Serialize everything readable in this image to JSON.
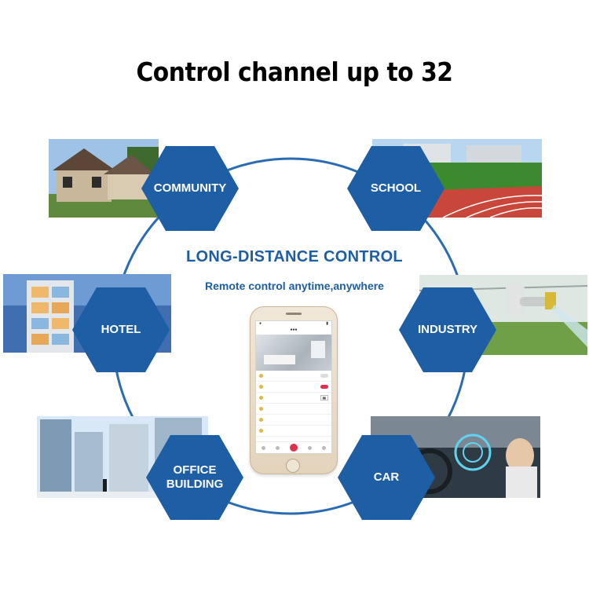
{
  "headline": "Control channel up to 32",
  "center": {
    "title": "LONG-DISTANCE CONTROL",
    "subtitle": "Remote control anytime,anywhere"
  },
  "scenarios": [
    {
      "label": "COMMUNITY"
    },
    {
      "label": "SCHOOL"
    },
    {
      "label": "HOTEL"
    },
    {
      "label": "INDUSTRY"
    },
    {
      "label": "OFFICE\nBUILDING"
    },
    {
      "label": "CAR"
    }
  ],
  "colors": {
    "accent_blue": "#1d5ea4",
    "ring_blue": "#2a6cb3",
    "app_red": "#e0304f"
  }
}
